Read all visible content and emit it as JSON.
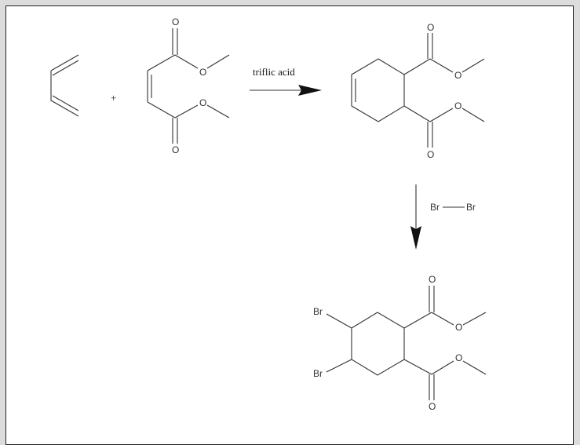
{
  "reaction1": {
    "plus": "+",
    "reagent": "triflic acid",
    "diester_atoms": {
      "o_top": "O",
      "o_ester_top": "O",
      "o_ester_bottom": "O",
      "o_bottom": "O"
    },
    "product_atoms": {
      "o_top": "O",
      "o_ester_top": "O",
      "o_ester_bottom": "O",
      "o_bottom": "O"
    }
  },
  "reaction2": {
    "reagent_left": "Br",
    "reagent_right": "Br",
    "product_atoms": {
      "br_top": "Br",
      "br_bottom": "Br",
      "o_top": "O",
      "o_ester_top": "O",
      "o_ester_bottom": "O",
      "o_bottom": "O"
    }
  }
}
